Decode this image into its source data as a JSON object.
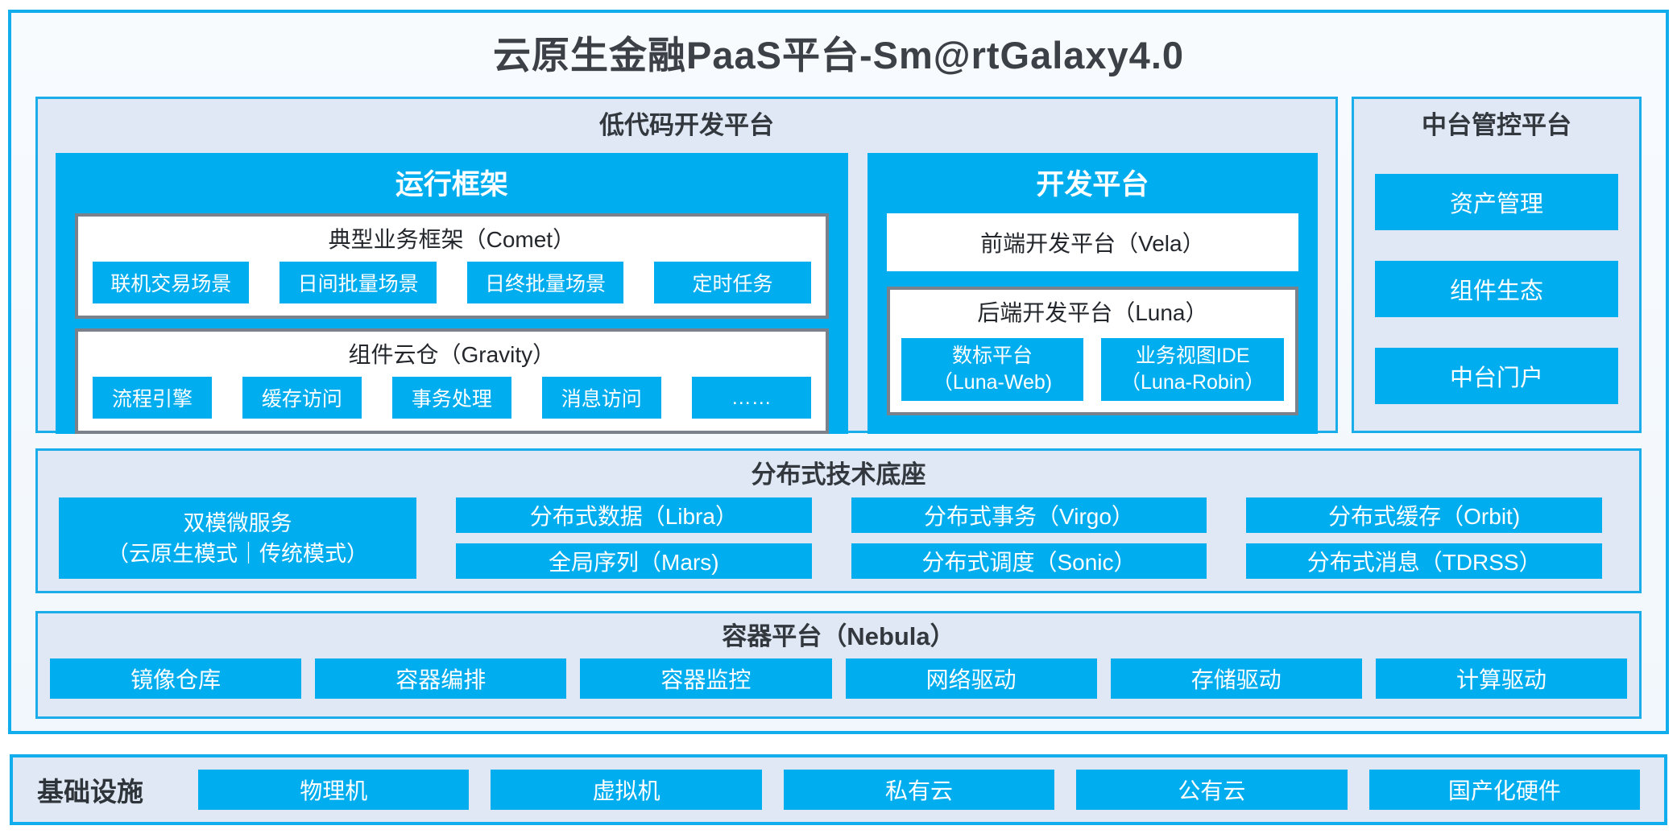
{
  "title": "云原生金融PaaS平台-Sm@rtGalaxy4.0",
  "colors": {
    "accent_blue": "#00AEEF",
    "cyan_border": "#12ADEC",
    "panel_bg": "#DFE8F4",
    "frame_bg": "#F5F9FD",
    "gray_box_border": "#7A818B",
    "heading_text": "#33383E"
  },
  "lowcode": {
    "header": "低代码开发平台",
    "runtime": {
      "title": "运行框架",
      "comet": {
        "title": "典型业务框架（Comet）",
        "items": [
          "联机交易场景",
          "日间批量场景",
          "日终批量场景",
          "定时任务"
        ]
      },
      "gravity": {
        "title": "组件云仓（Gravity）",
        "items": [
          "流程引擎",
          "缓存访问",
          "事务处理",
          "消息访问",
          "……"
        ]
      }
    },
    "dev": {
      "title": "开发平台",
      "vela": "前端开发平台（Vela）",
      "luna": {
        "title": "后端开发平台（Luna）",
        "items": [
          {
            "line1": "数标平台",
            "line2": "（Luna-Web)"
          },
          {
            "line1": "业务视图IDE",
            "line2": "（Luna-Robin）"
          }
        ]
      }
    }
  },
  "midplatform": {
    "header": "中台管控平台",
    "items": [
      "资产管理",
      "组件生态",
      "中台门户"
    ]
  },
  "distributed": {
    "header": "分布式技术底座",
    "dual": {
      "line1": "双模微服务",
      "line2": "（云原生模式｜传统模式）"
    },
    "row1": [
      "分布式数据（Libra）",
      "分布式事务（Virgo）",
      "分布式缓存（Orbit)"
    ],
    "row2": [
      "全局序列（Mars)",
      "分布式调度（Sonic）",
      "分布式消息（TDRSS）"
    ]
  },
  "container": {
    "header": "容器平台（Nebula）",
    "items": [
      "镜像仓库",
      "容器编排",
      "容器监控",
      "网络驱动",
      "存储驱动",
      "计算驱动"
    ]
  },
  "infrastructure": {
    "label": "基础设施",
    "items": [
      "物理机",
      "虚拟机",
      "私有云",
      "公有云",
      "国产化硬件"
    ]
  }
}
